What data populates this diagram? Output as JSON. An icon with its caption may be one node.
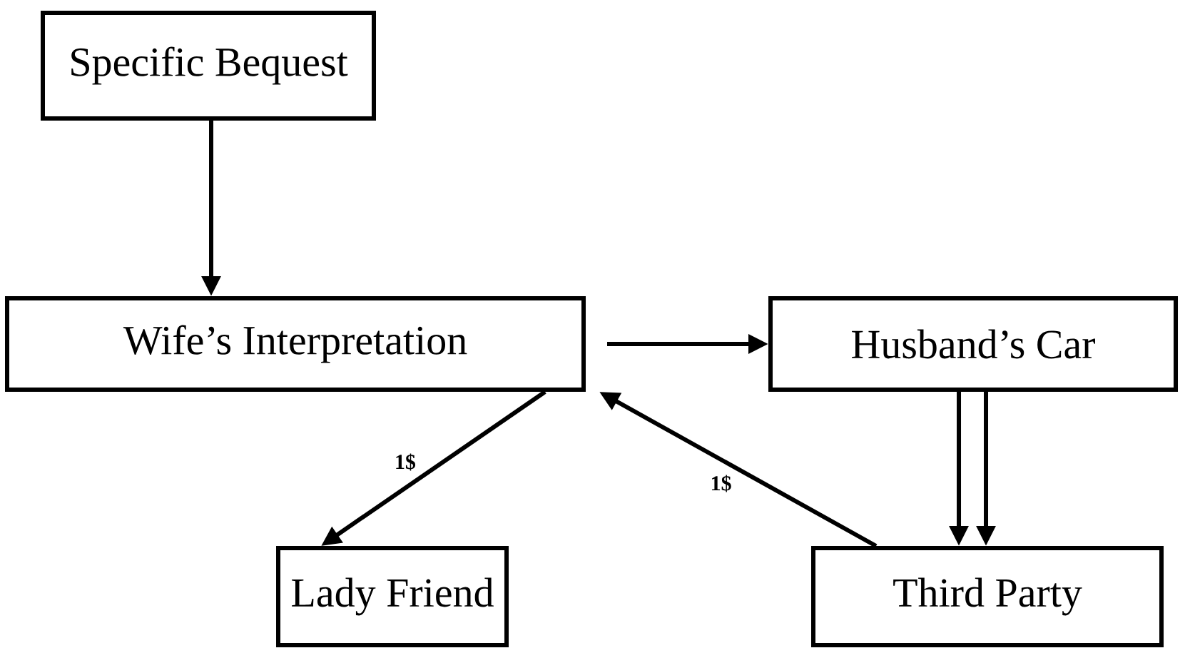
{
  "diagram": {
    "nodes": [
      {
        "text": [
          "Specific Bequest"
        ]
      },
      {
        "text": [
          "Wife’s Interpretation"
        ]
      },
      {
        "text": [
          "Husband’s Car"
        ]
      },
      {
        "text": [
          "Lady Friend"
        ]
      },
      {
        "text": [
          "Third Party"
        ]
      }
    ],
    "edges": [
      {
        "from": 0,
        "to": 1,
        "arrow": "to"
      },
      {
        "from": 1,
        "to": 2,
        "arrow": "to"
      },
      {
        "from": 1,
        "to": 3,
        "arrow": "to",
        "label": "1$"
      },
      {
        "from": 4,
        "to": 1,
        "arrow": "to",
        "label": "1$"
      },
      {
        "from": 2,
        "to": 4,
        "arrow": "to"
      },
      {
        "from": 2,
        "to": 4,
        "arrow": "to"
      }
    ]
  }
}
